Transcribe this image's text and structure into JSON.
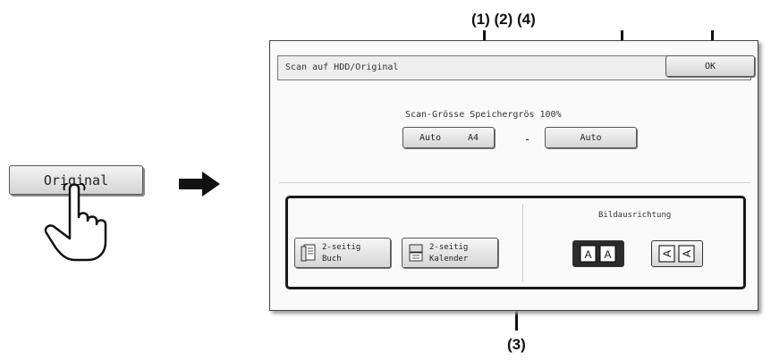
{
  "callouts": {
    "top": "(1) (2) (4)",
    "bottom": "(3)"
  },
  "original_button": {
    "label": "Original"
  },
  "dialog": {
    "title": "Scan auf HDD/Original",
    "ok_label": "OK",
    "scan_size_label": "Scan-Grösse  Speichergrös 100%",
    "scan_size_value_left": "Auto",
    "scan_size_value_right": "A4",
    "separator": "-",
    "store_size_value": "Auto",
    "binding_buttons": [
      {
        "line1": "2-seitig",
        "line2": "Buch",
        "icon": "book-icon"
      },
      {
        "line1": "2-seitig",
        "line2": "Kalender",
        "icon": "tablet-icon"
      }
    ],
    "orientation": {
      "label": "Bildausrichtung",
      "options": [
        {
          "icon": "portrait-orientation-icon",
          "glyph": "A",
          "selected": true
        },
        {
          "icon": "landscape-orientation-icon",
          "glyph": "A",
          "selected": false
        }
      ]
    }
  }
}
